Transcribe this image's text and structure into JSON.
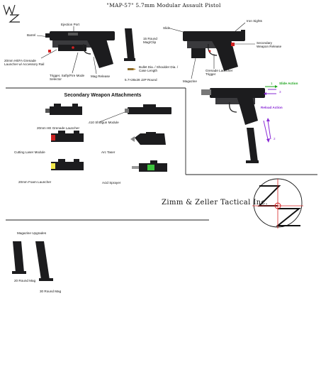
{
  "logo_text": "WZ",
  "title": "\"MAP-57\" 5.7mm Modular Assault Pistol",
  "left_pistol_labels": {
    "ejection_port": "Ejection Port",
    "barrel": "Barrel",
    "grenade_launcher": "20mm HEFA Grenade Launcher w/ Accessory Rail",
    "trigger": "Trigger, Safty/Fire Mode Selector",
    "mag_release": "Mag Release"
  },
  "magazine_labels": {
    "mag_clip": "15 Round Mag/Clip",
    "bullet_dia": "Bullet Dia. / Shoulder Dia. / Case Length",
    "round": "5.7×28x28 J2P Round"
  },
  "right_pistol_labels": {
    "slide": "Slide",
    "iron_sights": "Iron Sights",
    "secondary_release": "Secondary Weapon Release",
    "grenade_trigger": "Grenade Launcher Trigger",
    "magazine": "Magazine"
  },
  "action_labels": {
    "slide_action": "Slide Action",
    "reload_action": "Reload Action",
    "step_1": "1",
    "step_2": "2",
    "step_3": "3"
  },
  "attachments": {
    "title": "Secondary Weapon Attachments",
    "items": [
      "20mm HE Grenade Launcher",
      ".410 Shotgun Module",
      "Cutting Laser Module",
      "Arc Taser",
      "20mm Foam Launcher",
      "Acid Sprayer"
    ]
  },
  "company": "Zimm & Zeller Tactical Inc.",
  "magazine_upgrades": {
    "title": "Magazine Upgrades",
    "mag_20": "20 Round Mag",
    "mag_30": "30 Round Mag"
  },
  "colors": {
    "gun": "#1c1c1e",
    "accent_red": "#d62020",
    "action_green": "#1aa31a",
    "action_purple": "#8a2bd6",
    "foam_yellow": "#f2e84a",
    "laser_red": "#cc2222"
  }
}
